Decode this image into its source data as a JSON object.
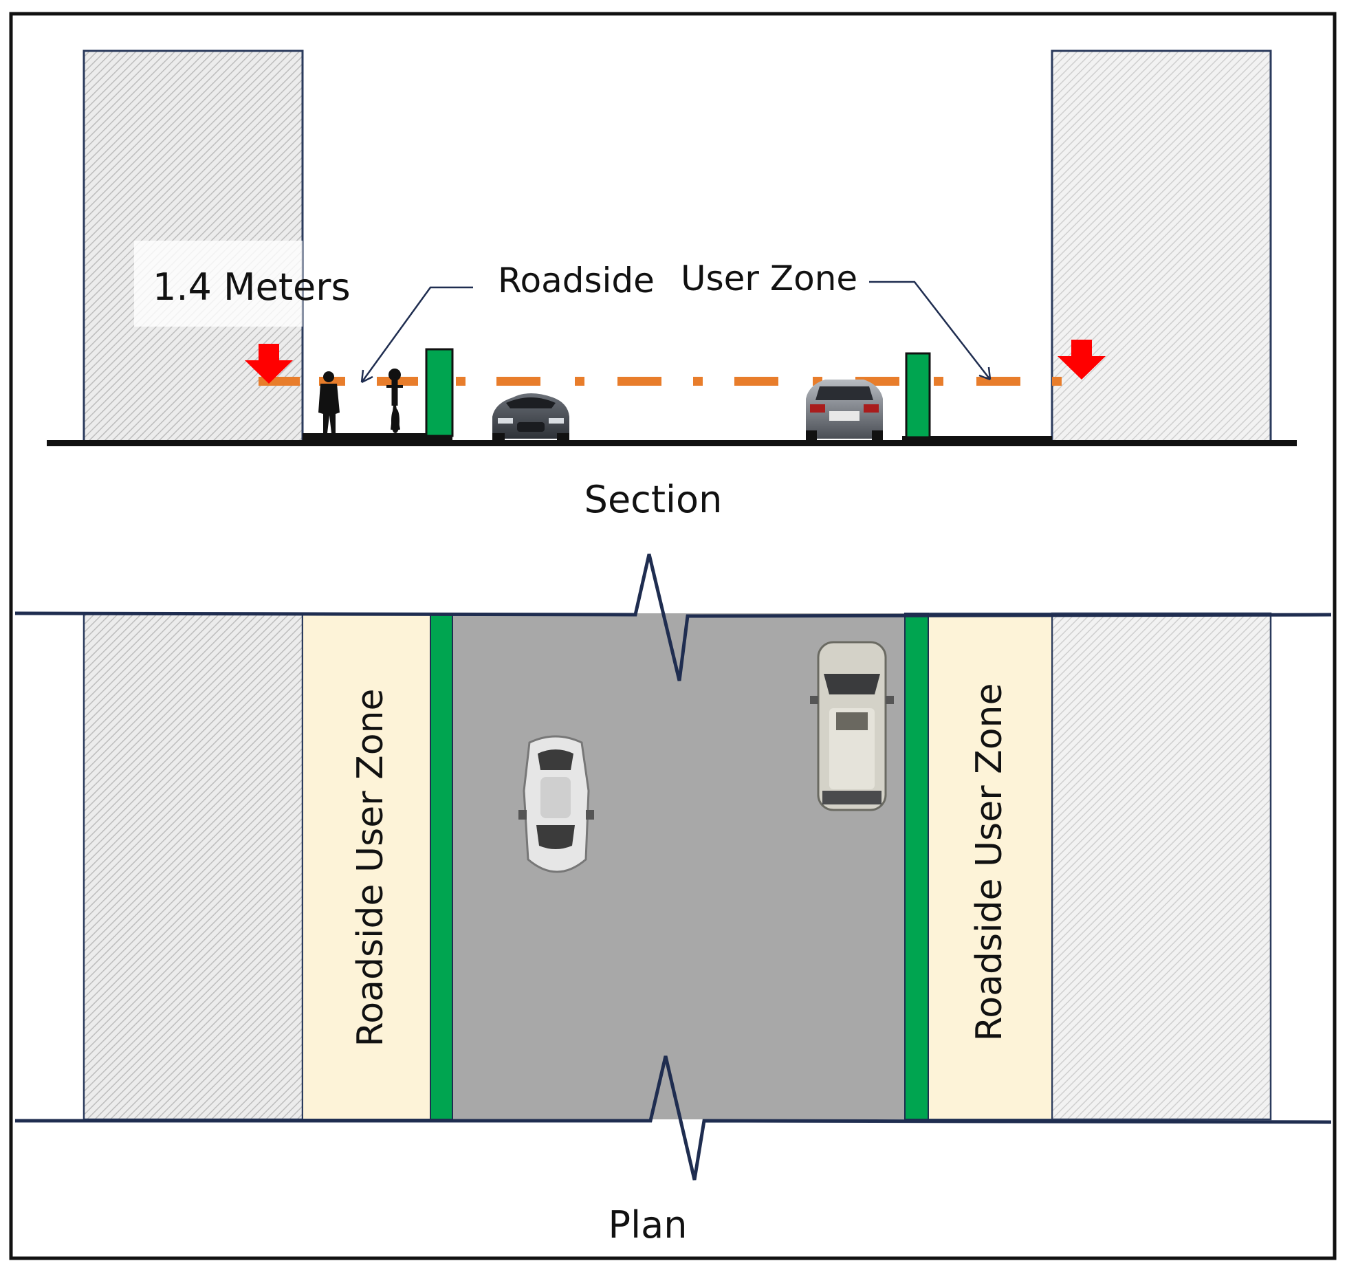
{
  "section": {
    "height_label": "1.4 Meters",
    "zone_label_left": "Roadside",
    "zone_label_right": "User Zone",
    "caption": "Section"
  },
  "plan": {
    "zone_label_left": "Roadside User Zone",
    "zone_label_right": "Roadside User Zone",
    "caption": "Plan"
  },
  "colors": {
    "frame": "#111111",
    "outline": "#2a3a5c",
    "building_hatch_left": "#d8d8d8",
    "building_hatch_right": "#e6e6e6",
    "eye_height_line": "#e87d2b",
    "arrow": "#ff0000",
    "curb_green": "#00a550",
    "sidewalk": "#fdf3d8",
    "road": "#a8a8a8",
    "ground": "#111111"
  },
  "icons": {
    "pedestrian": "pedestrian-icon",
    "cyclist": "cyclist-icon",
    "car_side_left": "sports-car-front-icon",
    "car_side_right": "hatchback-rear-icon",
    "car_plan_left": "sports-car-top-icon",
    "car_plan_right": "suv-top-icon"
  }
}
